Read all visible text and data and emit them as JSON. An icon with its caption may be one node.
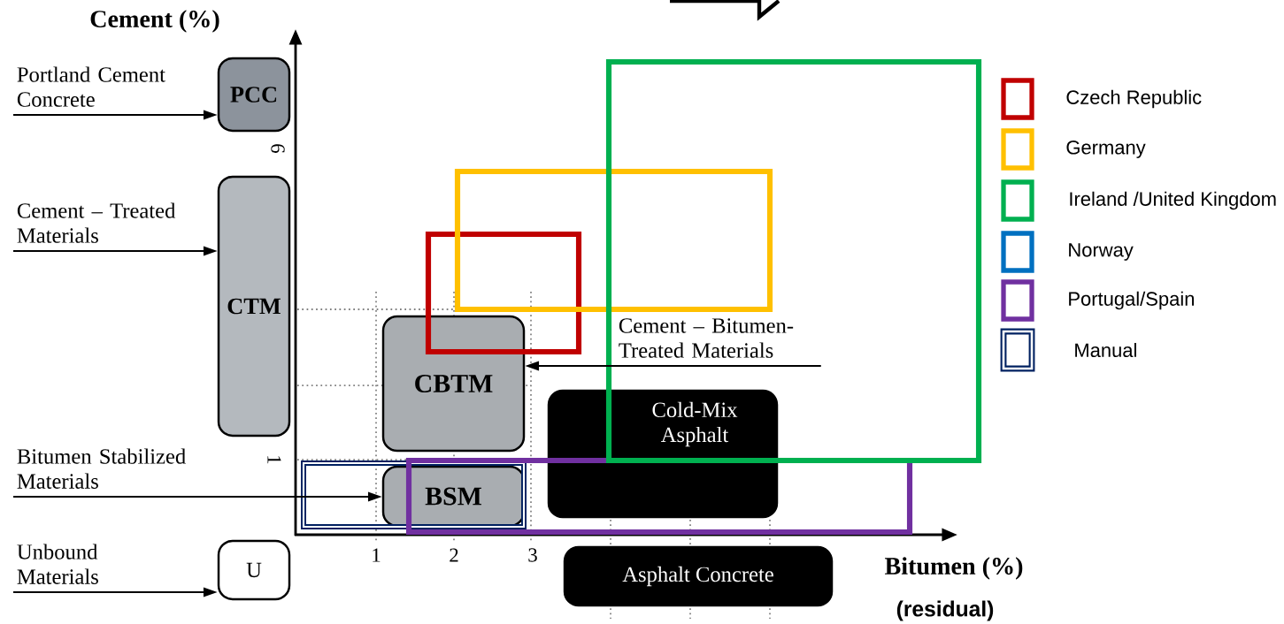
{
  "diagram": {
    "nodes": [
      {
        "text": [
          "Portland Cement Concrete"
        ]
      },
      {
        "text": [
          "PCC"
        ]
      },
      {
        "text": [
          "Cement – Treated Materials"
        ]
      },
      {
        "text": [
          "CTM"
        ]
      },
      {
        "text": [
          "Cement – Bitumen-Treated Materials"
        ],
        "in": 16
      },
      {
        "text": [
          "CBTM"
        ]
      },
      {
        "text": [
          "Cold-Mix Asphalt"
        ]
      },
      {
        "text": [
          "Bitumen Stabilized Materials"
        ]
      },
      {
        "text": [
          "BSM"
        ],
        "in": 12
      },
      {
        "text": [
          "Unbound Materials"
        ]
      },
      {
        "text": [
          "U"
        ]
      },
      {
        "text": [
          "Asphalt Concrete"
        ]
      },
      {
        "text": [],
        "shape": "box"
      },
      {
        "text": [],
        "shape": "box"
      },
      {
        "text": [],
        "shape": "box"
      },
      {
        "text": [],
        "shape": "box"
      },
      {
        "text": [],
        "shape": "box"
      }
    ],
    "edges": [
      {
        "from": 0,
        "to": 1,
        "arrow": "to"
      },
      {
        "from": 2,
        "to": 3,
        "arrow": "to"
      },
      {
        "from": 4,
        "to": 5,
        "arrow": "to"
      },
      {
        "from": 7,
        "to": 8,
        "arrow": "to"
      },
      {
        "from": 9,
        "to": 10,
        "arrow": "to"
      }
    ],
    "labels": [
      "Cement (%)",
      "6",
      "1",
      "1",
      "2",
      "3",
      "Bitumen (%)",
      "(residual)"
    ],
    "legend": [
      {
        "text": "Czech Republic",
        "color": "#c00000"
      },
      {
        "text": "Germany",
        "color": "#ffc000"
      },
      {
        "text": "Ireland /United Kingdom",
        "color": "#00b050"
      },
      {
        "text": "Norway",
        "color": "#0070c0"
      },
      {
        "text": "Portugal/Spain",
        "color": "#7030a0"
      },
      {
        "text": "Manual",
        "color": "#002060"
      }
    ]
  }
}
